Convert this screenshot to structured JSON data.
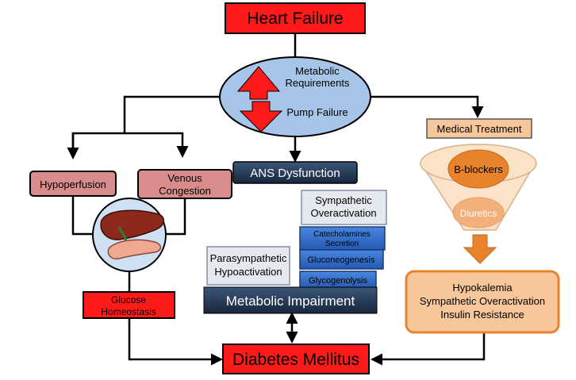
{
  "title_box": "Heart Failure",
  "ellipse": {
    "line1": "Metabolic",
    "line2": "Requirements",
    "line3": "Pump Failure"
  },
  "left_branch": {
    "hypoperfusion": "Hypoperfusion",
    "venous_line1": "Venous",
    "venous_line2": "Congestion",
    "glucose_line1": "Glucose",
    "glucose_line2": "Homeostasis"
  },
  "center_branch": {
    "ans": "ANS Dysfunction",
    "sympathetic_line1": "Sympathetic",
    "sympathetic_line2": "Overactivation",
    "catecholamines_line1": "Catecholamines",
    "catecholamines_line2": "Secretion",
    "gluconeogenesis": "Gluconeogenesis",
    "glycogenolysis": "Glycogenolysis",
    "parasympathetic_line1": "Parasympathetic",
    "parasympathetic_line2": "Hypoactivation",
    "metabolic_impairment": "Metabolic Impairment"
  },
  "right_branch": {
    "medical_treatment": "Medical Treatment",
    "bblockers": "B-blockers",
    "diuretics": "Diuretics",
    "effects_line1": "Hypokalemia",
    "effects_line2": "Sympathetic Overactivation",
    "effects_line3": "Insulin Resistance"
  },
  "bottom_box": "Diabetes Mellitus",
  "colors": {
    "red": "#ff1a1a",
    "pink": "#d98c8c",
    "navy": "#1f3450",
    "blue": "#2e6bc8",
    "light_blue": "#a7c5e8",
    "orange": "#e8832b",
    "light_orange": "#f6c79b",
    "grey_box": "#e6e8f0"
  }
}
